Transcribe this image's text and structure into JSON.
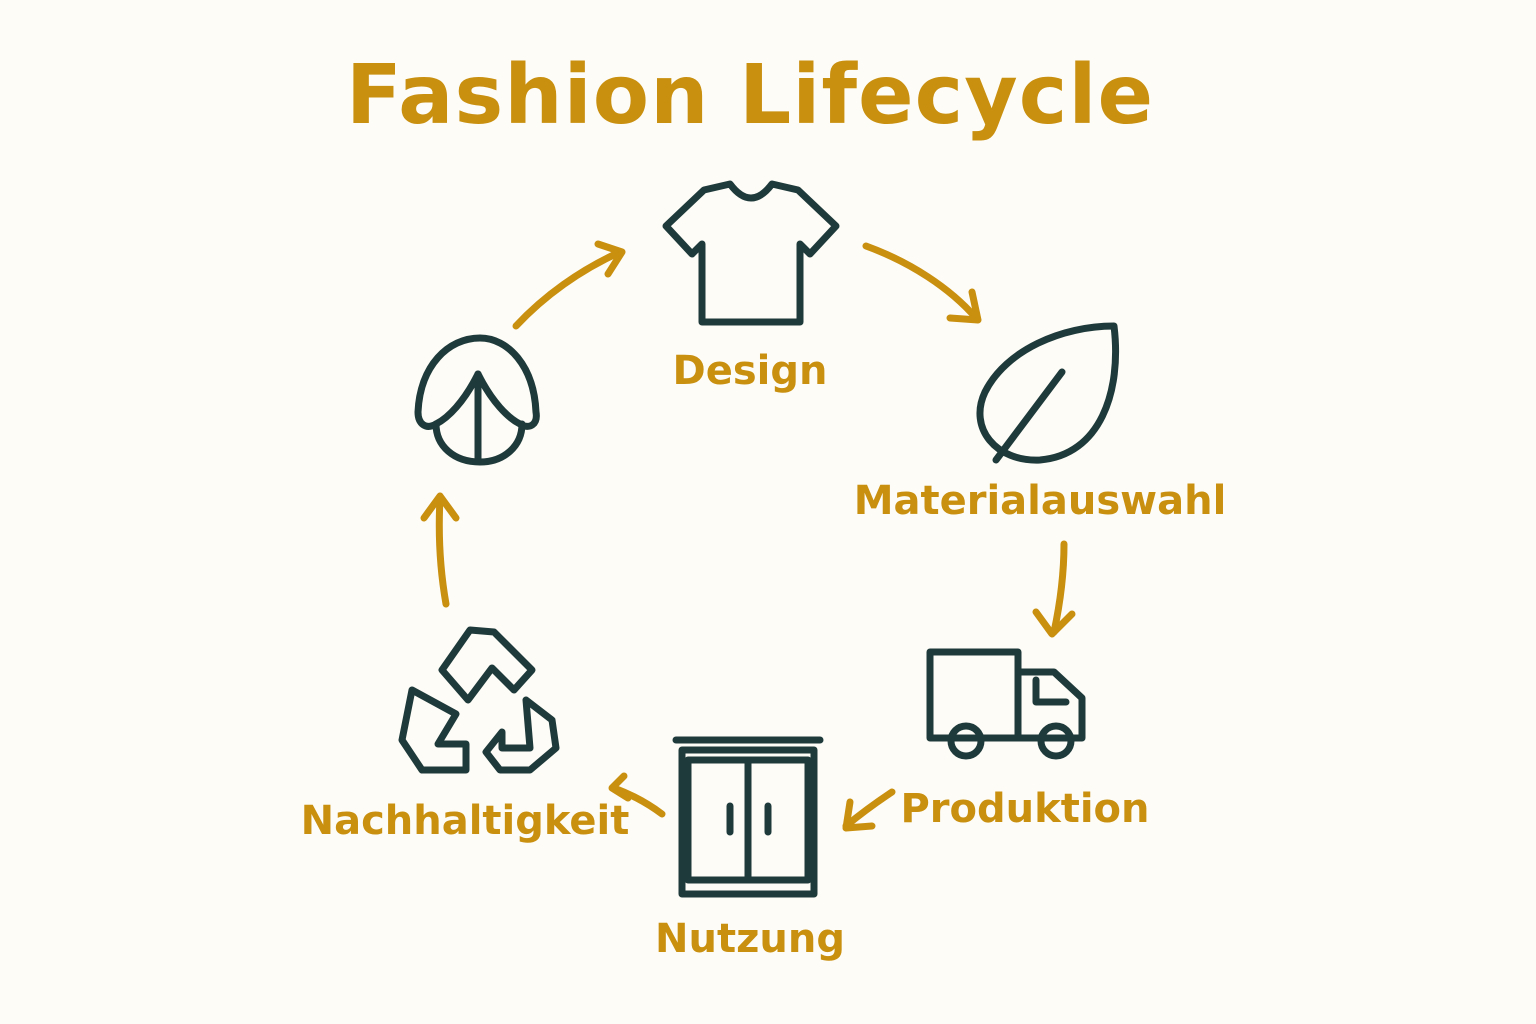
{
  "title": "Fashion Lifecycle",
  "colors": {
    "accent": "#c98f0f",
    "icon": "#1f3a3a",
    "background": "#fdfcf7"
  },
  "stages": [
    {
      "label": "Design",
      "icon": "tshirt-icon"
    },
    {
      "label": "Materialauswahl",
      "icon": "leaf-icon"
    },
    {
      "label": "Produktion",
      "icon": "truck-icon"
    },
    {
      "label": "Nutzung",
      "icon": "wardrobe-icon"
    },
    {
      "label": "Nachhaltigkeit",
      "icon": "recycle-icon"
    },
    {
      "label": "",
      "icon": "seed-icon"
    }
  ]
}
